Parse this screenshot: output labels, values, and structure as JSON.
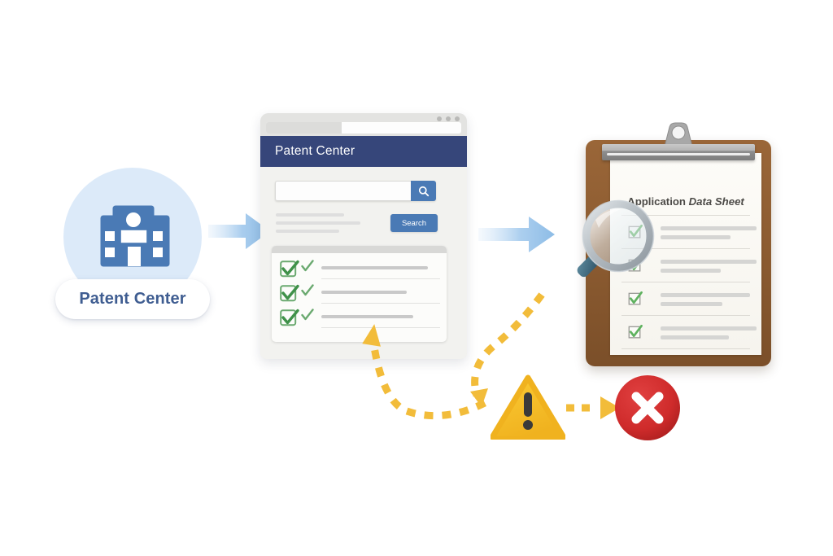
{
  "diagram": {
    "title": "Patent Center Application Data Sheet error flow",
    "background_color": "#ffffff"
  },
  "stage_building": {
    "icon": "office-building-icon",
    "halo_color": "#dceaf9",
    "icon_color": "#4a7ab5",
    "label": "Patent Center",
    "label_color": "#3f5d91"
  },
  "arrow_one": {
    "icon": "right-arrow-icon",
    "color": "#9cc4e8"
  },
  "browser": {
    "address_bar_placeholder": "",
    "window_dots": [
      "dot",
      "dot",
      "dot"
    ],
    "header_title": "Patent Center",
    "header_color": "#36467a",
    "search": {
      "value": "",
      "placeholder": "",
      "icon": "magnifier-icon",
      "button_label": "Search",
      "button_color": "#4a7ab5"
    },
    "ghost_lines": [
      {
        "width": 84
      },
      {
        "width": 104
      },
      {
        "width": 78
      }
    ],
    "checklist": {
      "check_color": "#4a9a52",
      "rows": [
        {
          "checkbox": "checked-box-icon",
          "tick": "check-tick-icon",
          "line_width": 131
        },
        {
          "checkbox": "checked-box-icon",
          "tick": "check-tick-icon",
          "line_width": 105
        },
        {
          "checkbox": "checked-box-icon",
          "tick": "check-tick-icon",
          "line_width": 113
        }
      ]
    }
  },
  "arrow_two": {
    "icon": "right-arrow-icon",
    "color": "#9cc4e8"
  },
  "clipboard": {
    "board_color": "#8a5a30",
    "paper_color": "#fdfcf8",
    "clip_icon": "clipboard-clip-icon",
    "title_regular": "Application",
    "title_italic": "Data Sheet",
    "check_color": "#5fb25f",
    "rows": [
      {
        "checkbox": "checked-box-icon",
        "line_long": 118,
        "line_short": 86
      },
      {
        "checkbox": "checked-box-icon",
        "line_long": 118,
        "line_short": 74
      },
      {
        "checkbox": "checked-box-icon",
        "line_long": 110,
        "line_short": 76
      },
      {
        "checkbox": "checked-box-icon",
        "line_long": 118,
        "line_short": 84
      }
    ]
  },
  "magnifier": {
    "icon": "magnifying-glass-icon",
    "ring_color": "#b9bfc4",
    "handle_color": "#3f6a80"
  },
  "dashed_arrow_to_checklist": {
    "icon": "dashed-curved-arrow-icon",
    "color": "#f2bc3a",
    "direction": "up-left"
  },
  "dashed_arrow_to_warning": {
    "icon": "dashed-curved-arrow-icon",
    "color": "#f2bc3a",
    "direction": "down-left"
  },
  "dashed_arrow_to_error": {
    "icon": "dashed-straight-arrow-icon",
    "color": "#f2bc3a",
    "direction": "right"
  },
  "warning": {
    "icon": "warning-triangle-icon",
    "fill_color": "#f7c32e",
    "mark_color": "#3a3a3a"
  },
  "error": {
    "icon": "error-cross-circle-icon",
    "fill_color": "#cf2b2b",
    "mark_color": "#ffffff"
  }
}
